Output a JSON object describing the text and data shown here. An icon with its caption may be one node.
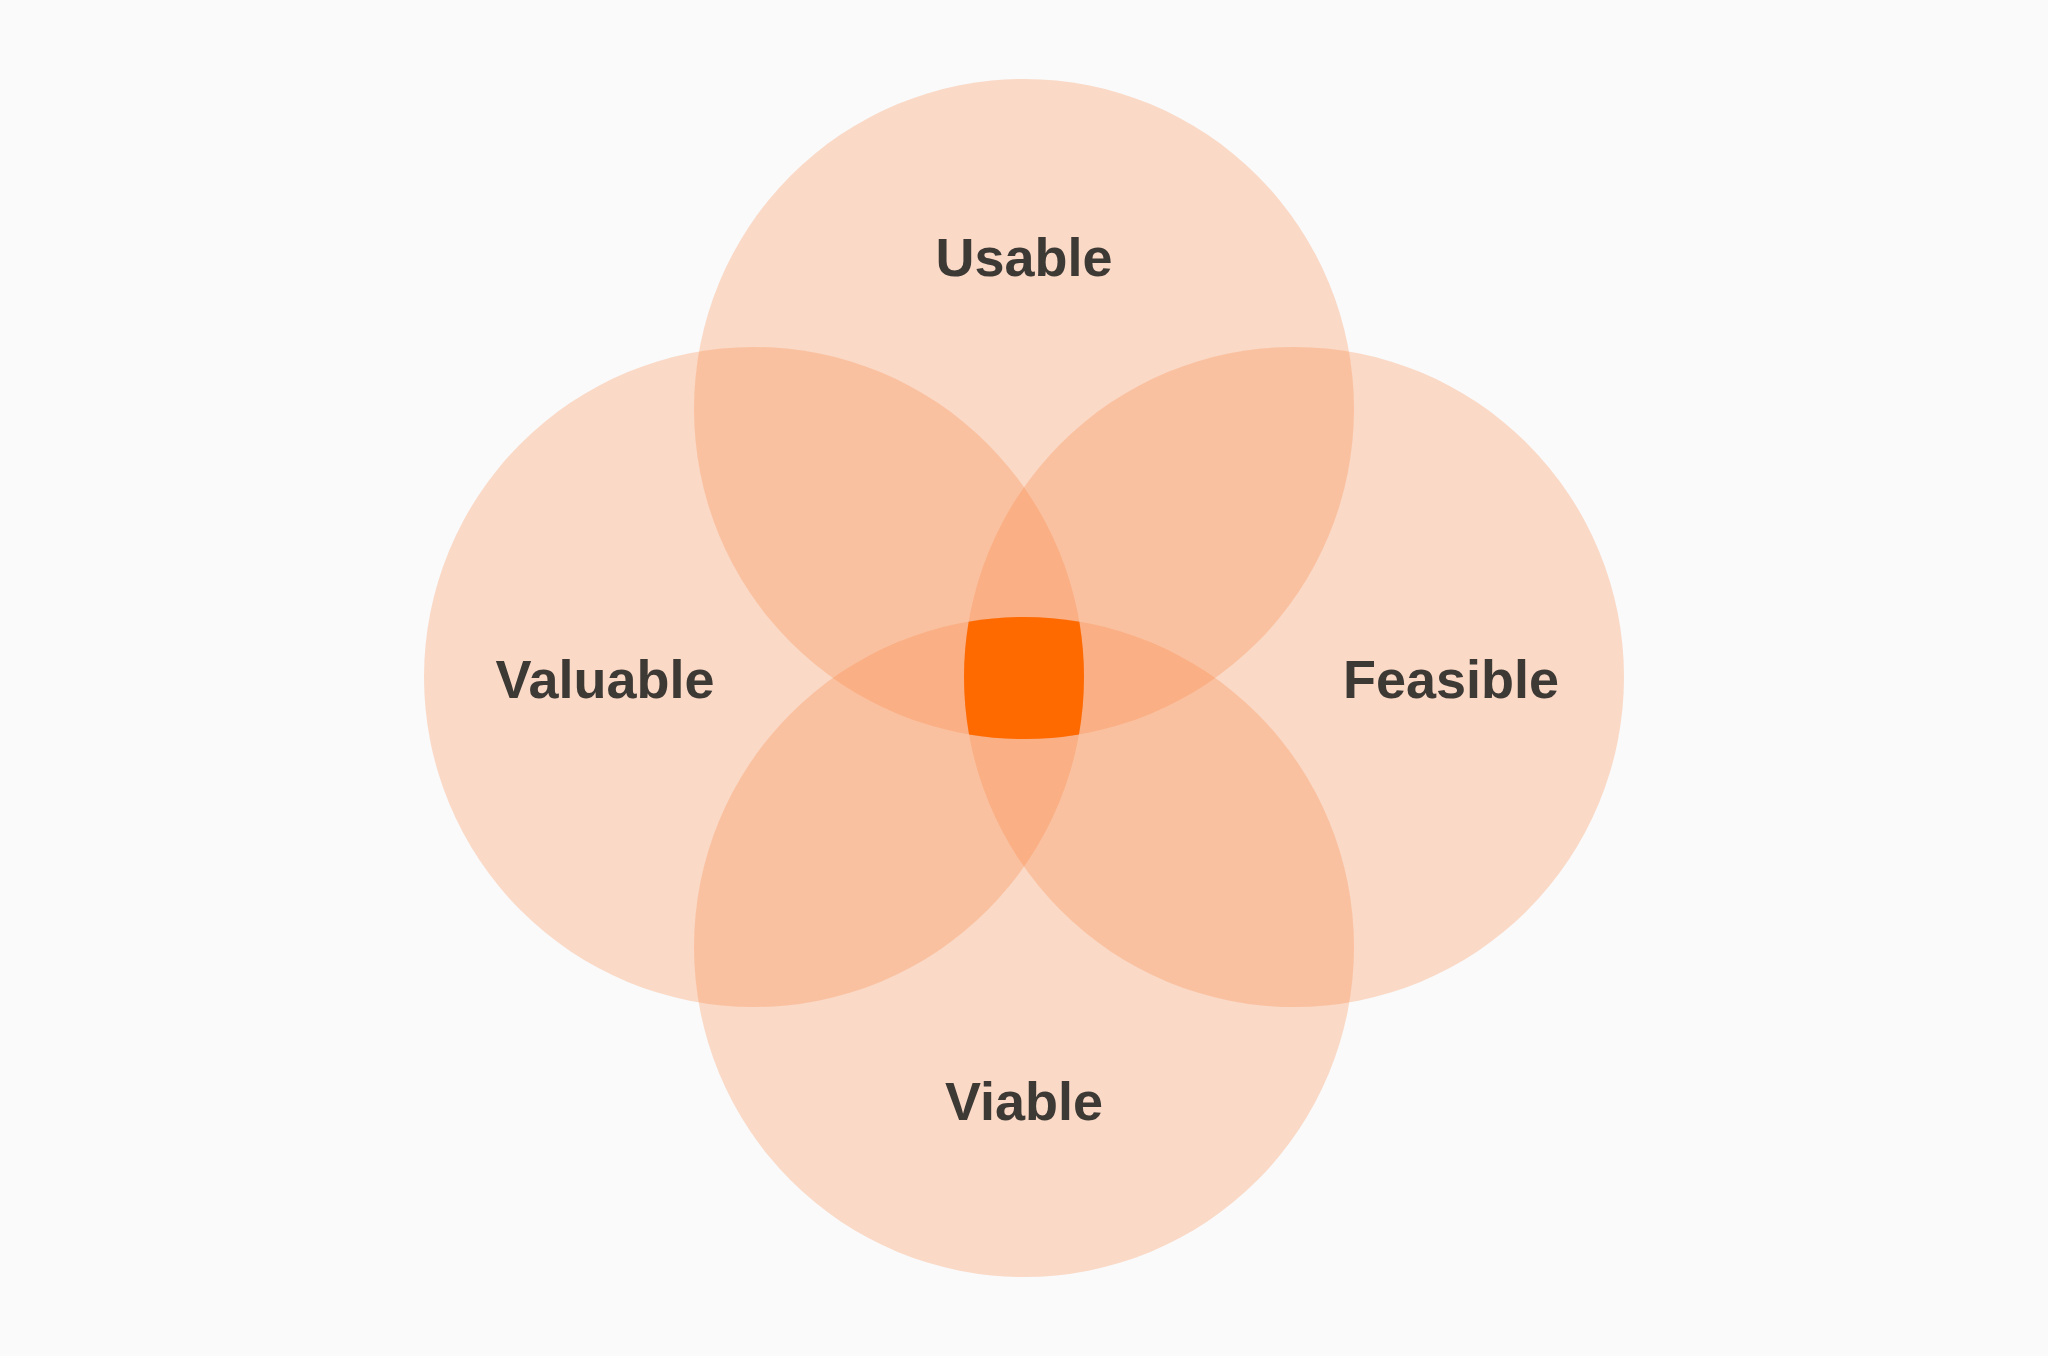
{
  "diagram": {
    "nodes": [
      {
        "text": [
          "Usable"
        ]
      },
      {
        "text": [
          "Valuable"
        ]
      },
      {
        "text": [
          "Feasible"
        ]
      },
      {
        "text": [
          "Viable"
        ]
      }
    ],
    "edges": []
  }
}
